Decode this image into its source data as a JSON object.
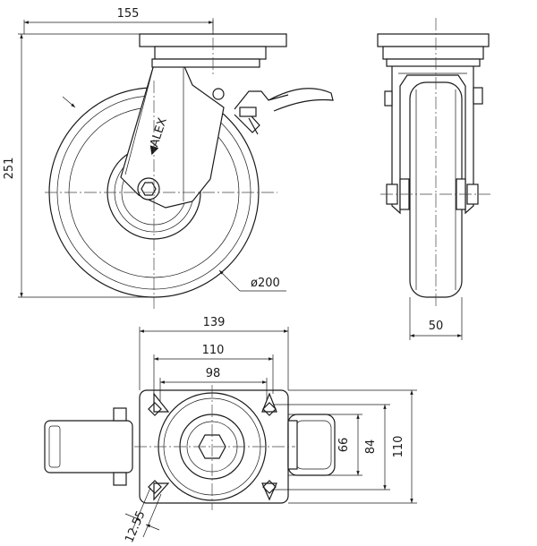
{
  "dimensions": {
    "plate_width": "155",
    "overall_height": "251",
    "wheel_diameter": "ø200",
    "wheel_width": "50",
    "plate_outer_width": "139",
    "plate_outer_depth": "110",
    "hole_span_outer": "110",
    "hole_span_inner": "98",
    "hole_pitch_inner": "66",
    "hole_pitch_outer": "84",
    "bolt_slot": "12.55"
  }
}
